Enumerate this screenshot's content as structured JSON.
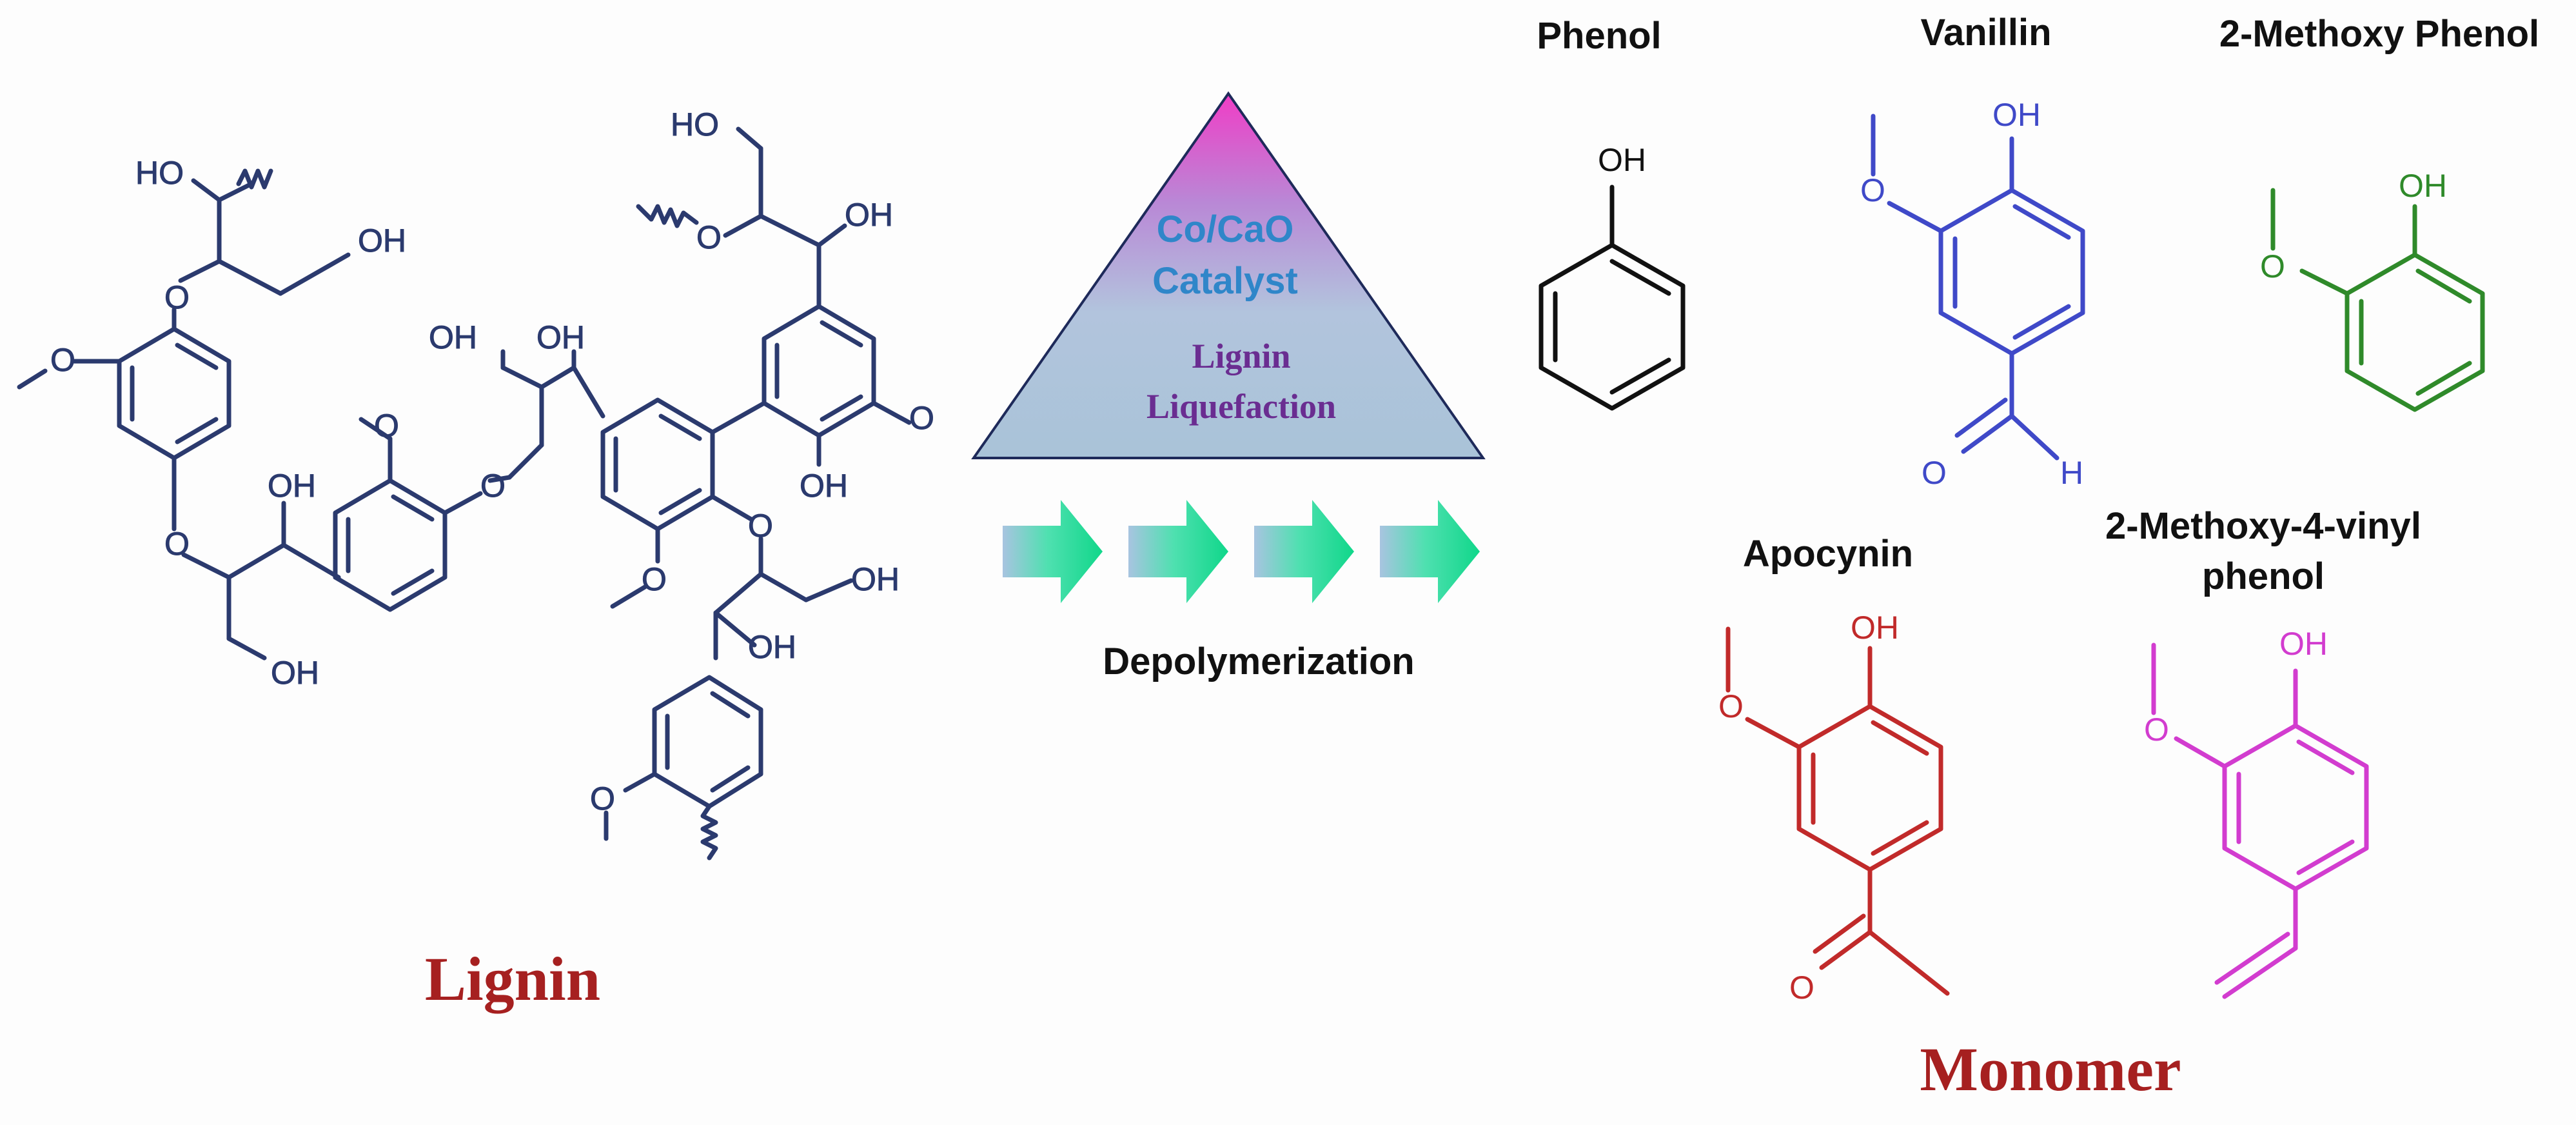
{
  "colors": {
    "lignin": "#2b3a6e",
    "phenol": "#111111",
    "vanillin": "#3f49c8",
    "methoxyphenol": "#2f8a2a",
    "apocynin": "#c12a2a",
    "vinylphenol": "#d23ccf",
    "title_red": "#a62020",
    "catalyst_text": "#2f86c9",
    "liquefaction_text": "#6a2d91",
    "arrow_green": "#19d98a"
  },
  "labels": {
    "lignin": "Lignin",
    "monomer": "Monomer",
    "catalyst_line1": "Co/CaO",
    "catalyst_line2": "Catalyst",
    "liquefaction_line1": "Lignin",
    "liquefaction_line2": "Liquefaction",
    "depolymerization": "Depolymerization"
  },
  "compounds": {
    "phenol": "Phenol",
    "vanillin": "Vanillin",
    "methoxyphenol": "2-Methoxy Phenol",
    "apocynin": "Apocynin",
    "vinylphenol_line1": "2-Methoxy-4-vinyl",
    "vinylphenol_line2": "phenol"
  },
  "atoms": {
    "oh": "OH",
    "ho": "HO",
    "o": "O",
    "h": "H"
  },
  "icons": [
    "wavy-bond-icon",
    "right-arrow-icon"
  ]
}
